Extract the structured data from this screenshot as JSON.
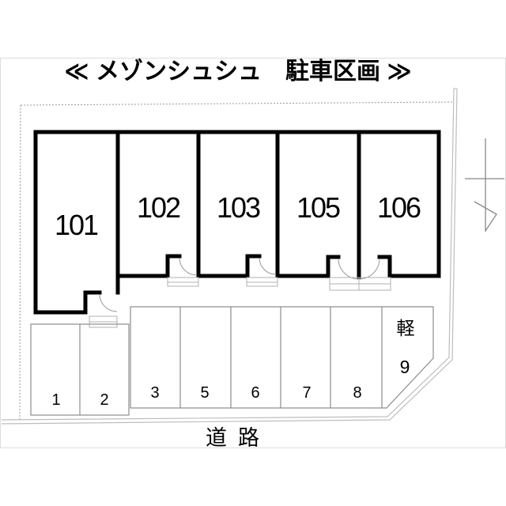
{
  "title": "≪ メゾンシュシュ　駐車区画 ≫",
  "building": {
    "units": [
      {
        "id": "101",
        "label": "101"
      },
      {
        "id": "102",
        "label": "102"
      },
      {
        "id": "103",
        "label": "103"
      },
      {
        "id": "105",
        "label": "105"
      },
      {
        "id": "106",
        "label": "106"
      }
    ]
  },
  "parking": {
    "spaces": [
      {
        "label": "1"
      },
      {
        "label": "2"
      },
      {
        "label": "3"
      },
      {
        "label": "5"
      },
      {
        "label": "6"
      },
      {
        "label": "7"
      },
      {
        "label": "8"
      },
      {
        "label": "9",
        "type_label": "軽"
      }
    ]
  },
  "road": {
    "label": "道路"
  },
  "icons": [
    "north-arrow-icon",
    "door-swing-icon"
  ],
  "colors": {
    "wall": "#000000",
    "thin_line": "#8c8c8c",
    "porch_line": "#b0b0b0",
    "boundary_line": "#bdbdbd",
    "dotted_line": "#999999",
    "frame": "#dcdcdc",
    "background": "#ffffff"
  }
}
